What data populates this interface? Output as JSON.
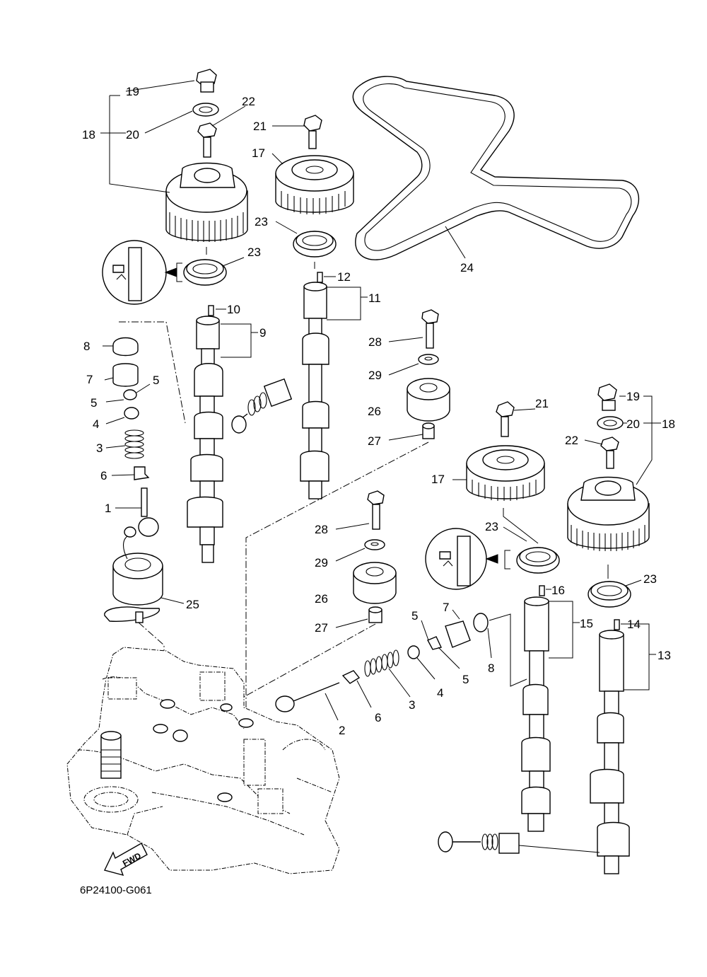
{
  "figure_code": "6P24100-G061",
  "fwd_label": "FWD",
  "callouts": {
    "c1": "1",
    "c2": "2",
    "c3a": "3",
    "c3b": "3",
    "c4a": "4",
    "c4b": "4",
    "c5a": "5",
    "c5b": "5",
    "c5c": "5",
    "c5d": "5",
    "c6a": "6",
    "c6b": "6",
    "c7a": "7",
    "c7b": "7",
    "c8a": "8",
    "c8b": "8",
    "c9": "9",
    "c10": "10",
    "c11": "11",
    "c12": "12",
    "c13": "13",
    "c14": "14",
    "c15": "15",
    "c16": "16",
    "c17a": "17",
    "c17b": "17",
    "c18a": "18",
    "c18b": "18",
    "c19a": "19",
    "c19b": "19",
    "c20a": "20",
    "c20b": "20",
    "c21a": "21",
    "c21b": "21",
    "c22a": "22",
    "c22b": "22",
    "c23a": "23",
    "c23b": "23",
    "c23c": "23",
    "c23d": "23",
    "c24": "24",
    "c25": "25",
    "c26a": "26",
    "c26b": "26",
    "c27a": "27",
    "c27b": "27",
    "c28a": "28",
    "c28b": "28",
    "c29a": "29",
    "c29b": "29"
  },
  "icons": {
    "seal_direction": "seal-direction-icon",
    "fwd_arrow": "fwd-arrow-icon"
  }
}
